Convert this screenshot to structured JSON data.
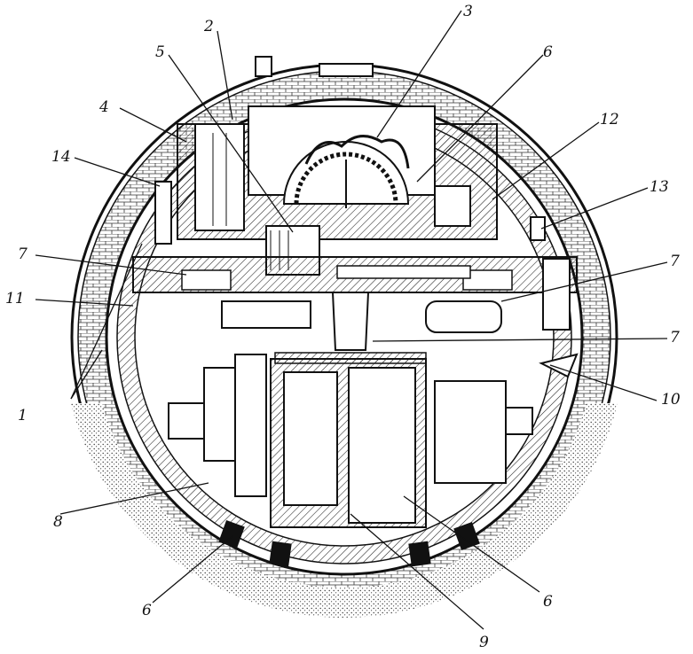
{
  "figure": {
    "callouts": [
      {
        "id": "c1",
        "text": "1"
      },
      {
        "id": "c2",
        "text": "2"
      },
      {
        "id": "c3",
        "text": "3"
      },
      {
        "id": "c4",
        "text": "4"
      },
      {
        "id": "c5",
        "text": "5"
      },
      {
        "id": "c6a",
        "text": "6"
      },
      {
        "id": "c6b",
        "text": "6"
      },
      {
        "id": "c6c",
        "text": "6"
      },
      {
        "id": "c7a",
        "text": "7"
      },
      {
        "id": "c7b",
        "text": "7"
      },
      {
        "id": "c7c",
        "text": "7"
      },
      {
        "id": "c8",
        "text": "8"
      },
      {
        "id": "c9",
        "text": "9"
      },
      {
        "id": "c10",
        "text": "10"
      },
      {
        "id": "c11",
        "text": "11"
      },
      {
        "id": "c12",
        "text": "12"
      },
      {
        "id": "c13",
        "text": "13"
      },
      {
        "id": "c14",
        "text": "14"
      }
    ]
  }
}
